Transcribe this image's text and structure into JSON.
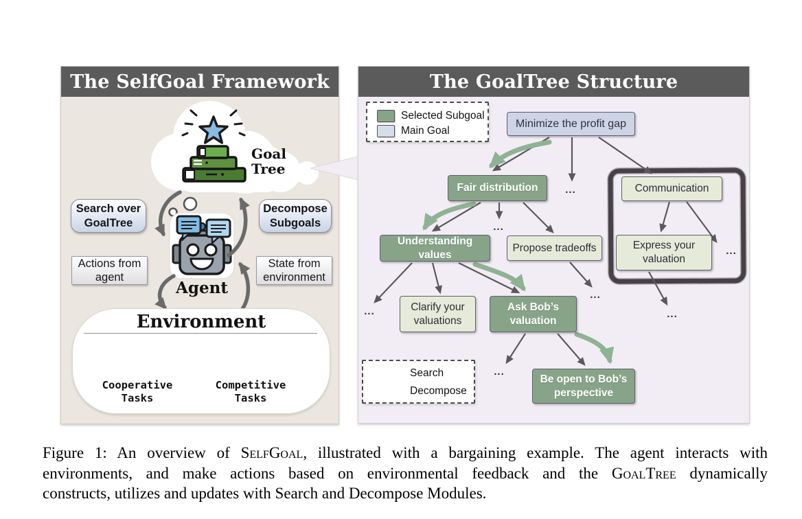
{
  "figure": {
    "left_panel": {
      "title": "The SelfGoal Framework",
      "goal_tree_label": "Goal\nTree",
      "boxes": {
        "search_over": "Search over\nGoalTree",
        "decompose": "Decompose\nSubgoals",
        "actions": "Actions from\nagent",
        "state": "State from\nenvironment"
      },
      "agent_label": "Agent",
      "environment": {
        "title": "Environment",
        "cooperative": "Cooperative\nTasks",
        "competitive": "Competitive\nTasks"
      }
    },
    "right_panel": {
      "title": "The GoalTree Structure",
      "legend": {
        "selected": "Selected Subgoal",
        "main": "Main Goal"
      },
      "nodes": {
        "minimize": "Minimize the profit gap",
        "fair": "Fair distribution",
        "communication": "Communication",
        "understanding": "Understanding values",
        "propose": "Propose tradeoffs",
        "express": "Express your\nvaluation",
        "clarify": "Clarify your\nvaluations",
        "ask_bob": "Ask Bob’s\nvaluation",
        "be_open": "Be open to Bob’s\nperspective"
      },
      "ellipsis": "...",
      "module_legend": {
        "search": "Search",
        "decompose": "Decompose"
      }
    },
    "colors": {
      "selected_subgoal": "#87a489",
      "main_goal": "#ccd4e6",
      "subgoal_leaf": "#e6ead8",
      "panel_header": "#5b5b5b",
      "left_panel_bg": "#ebe6df",
      "right_panel_bg": "#f2edf4",
      "search_arrow_green": "#8fb294",
      "decompose_border_dark": "#474046",
      "tree_arrow_gray": "#5d575d"
    }
  },
  "caption": {
    "line1_pre": "Figure 1: An overview of ",
    "line1_sc": "SelfGoal",
    "line1_post": ", illustrated with a bargaining example. The agent interacts with",
    "line2_pre": "environments, and make actions based on environmental feedback and the ",
    "line2_sc": "GoalTree",
    "line2_post": " dynamically",
    "line3": "constructs, utilizes and updates with Search and Decompose Modules."
  }
}
